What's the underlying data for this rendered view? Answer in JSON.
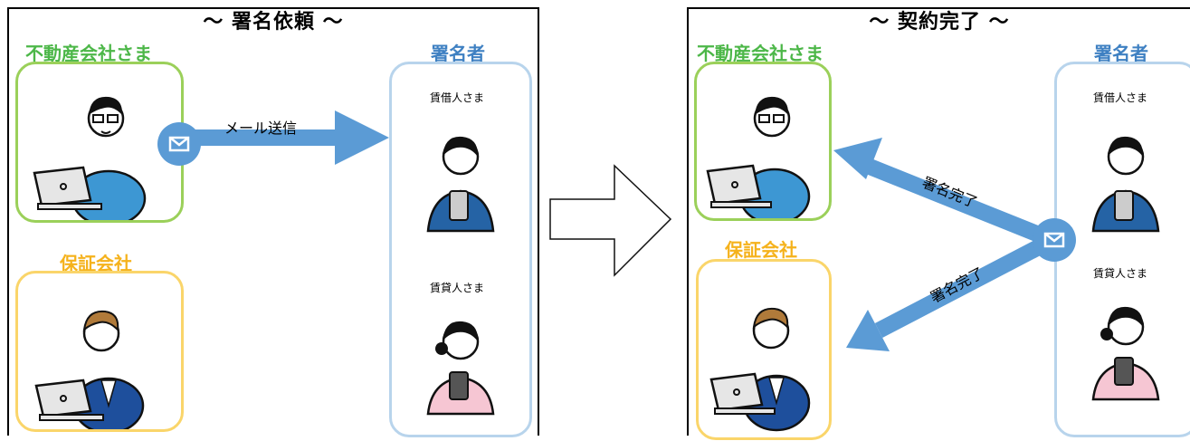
{
  "left": {
    "title": "〜 署名依頼 〜",
    "realestate_label": "不動産会社さま",
    "guarantor_label": "保証会社",
    "signers_label": "署名者",
    "tenant_label": "賃借人さま",
    "landlord_label": "賃貸人さま",
    "arrow_label": "メール送信"
  },
  "right": {
    "title": "〜 契約完了 〜",
    "realestate_label": "不動産会社さま",
    "guarantor_label": "保証会社",
    "signers_label": "署名者",
    "tenant_label": "賃借人さま",
    "landlord_label": "賃貸人さま",
    "arrow_label_top": "署名完了",
    "arrow_label_bottom": "署名完了"
  },
  "colors": {
    "green": "#4cb748",
    "yellow": "#f5b21c",
    "blue": "#3e80c2",
    "arrow": "#5b9bd5"
  },
  "icons": [
    "mail-icon",
    "laptop-icon",
    "person-icon",
    "smartphone-icon",
    "hollow-arrow-icon"
  ]
}
